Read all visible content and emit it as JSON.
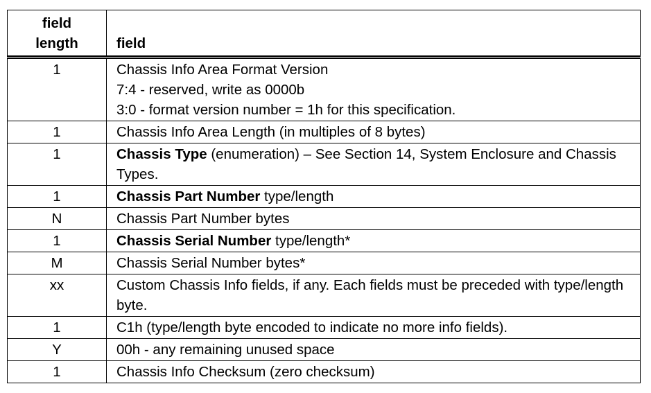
{
  "header": {
    "length_label_line1": "field",
    "length_label_line2": "length",
    "field_label": "field"
  },
  "rows": [
    {
      "length": "1",
      "lines": [
        "Chassis Info Area Format Version",
        "7:4 - reserved, write as 0000b",
        "3:0 - format version number = 1h for this specification."
      ]
    },
    {
      "length": "1",
      "text": "Chassis Info Area Length (in multiples of 8 bytes)"
    },
    {
      "length": "1",
      "bold": "Chassis Type",
      "text": " (enumeration) – See Section 14, System Enclosure and Chassis Types."
    },
    {
      "length": "1",
      "bold": "Chassis Part Number",
      "text": " type/length"
    },
    {
      "length": "N",
      "text": "Chassis Part Number bytes"
    },
    {
      "length": "1",
      "bold": "Chassis Serial Number",
      "text": " type/length*"
    },
    {
      "length": "M",
      "text": "Chassis Serial Number bytes*"
    },
    {
      "length": "xx",
      "text": "Custom Chassis Info fields, if any. Each fields must be preceded with type/length byte."
    },
    {
      "length": "1",
      "text": "C1h (type/length byte encoded to indicate no more info fields)."
    },
    {
      "length": "Y",
      "text": "00h - any remaining unused space"
    },
    {
      "length": "1",
      "text": "Chassis Info Checksum (zero checksum)"
    }
  ]
}
